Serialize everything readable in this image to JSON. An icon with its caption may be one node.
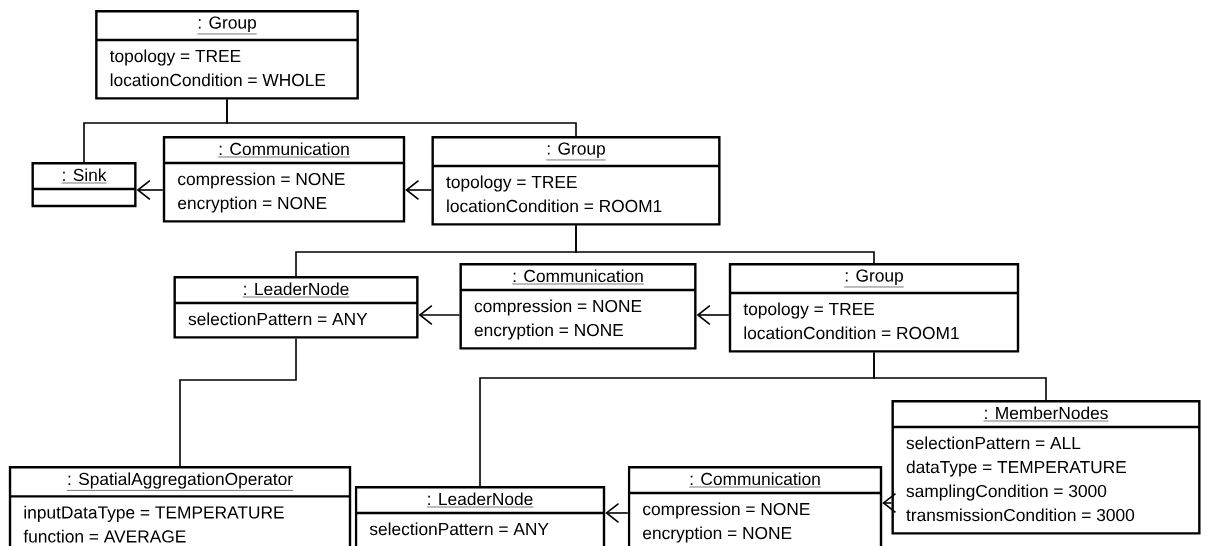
{
  "diagram": {
    "nodes": [
      {
        "text": [
          ": Group",
          "topology = TREE",
          "locationCondition = WHOLE"
        ]
      },
      {
        "text": [
          ": Sink"
        ]
      },
      {
        "text": [
          ": Communication",
          "compression = NONE",
          "encryption = NONE"
        ]
      },
      {
        "text": [
          ": Group",
          "topology = TREE",
          "locationCondition = ROOM1"
        ]
      },
      {
        "text": [
          ": LeaderNode",
          "selectionPattern = ANY"
        ]
      },
      {
        "text": [
          ": Communication",
          "compression = NONE",
          "encryption = NONE"
        ]
      },
      {
        "text": [
          ": Group",
          "topology = TREE",
          "locationCondition = ROOM1"
        ]
      },
      {
        "text": [
          ": SpatialAggregationOperator",
          "inputDataType = TEMPERATURE",
          "function = AVERAGE"
        ]
      },
      {
        "text": [
          ": LeaderNode",
          "selectionPattern = ANY"
        ]
      },
      {
        "text": [
          ": Communication",
          "compression = NONE",
          "encryption = NONE"
        ]
      },
      {
        "text": [
          ": MemberNodes",
          "selectionPattern = ALL",
          "dataType = TEMPERATURE",
          "samplingCondition = 3000",
          "transmissionCondition = 3000"
        ]
      }
    ],
    "edges": [
      {
        "from": 0,
        "to": 1,
        "arrow": "none"
      },
      {
        "from": 0,
        "to": 3,
        "arrow": "none"
      },
      {
        "from": 2,
        "to": 1,
        "arrow": "to"
      },
      {
        "from": 3,
        "to": 2,
        "arrow": "to"
      },
      {
        "from": 3,
        "to": 4,
        "arrow": "none"
      },
      {
        "from": 3,
        "to": 6,
        "arrow": "none"
      },
      {
        "from": 5,
        "to": 4,
        "arrow": "to"
      },
      {
        "from": 6,
        "to": 5,
        "arrow": "to"
      },
      {
        "from": 4,
        "to": 7,
        "arrow": "none"
      },
      {
        "from": 6,
        "to": 8,
        "arrow": "none"
      },
      {
        "from": 6,
        "to": 10,
        "arrow": "none"
      },
      {
        "from": 10,
        "to": 9,
        "arrow": "to"
      },
      {
        "from": 9,
        "to": 8,
        "arrow": "to"
      }
    ]
  }
}
